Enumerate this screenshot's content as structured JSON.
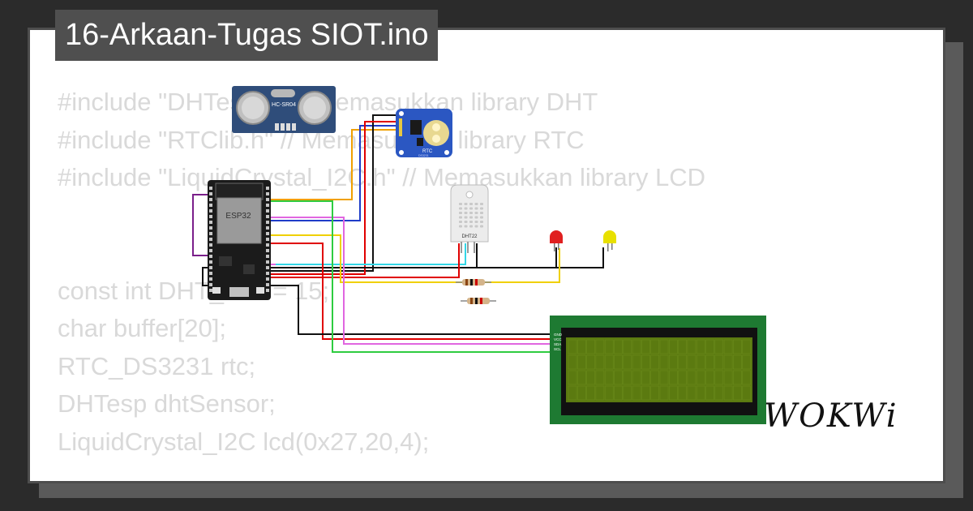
{
  "title": "16-Arkaan-Tugas SIOT.ino",
  "code_lines": [
    "#include \"DHTesp.h\" // Memasukkan library DHT",
    "#include \"RTClib.h\" // Memasukkan library RTC",
    "#include \"LiquidCrystal_I2C.h\" // Memasukkan library LCD",
    "",
    "",
    "const int DHT_PIN = 15;",
    "char buffer[20];",
    "RTC_DS3231 rtc;",
    "DHTesp dhtSensor;",
    "LiquidCrystal_I2C lcd(0x27,20,4);"
  ],
  "components": {
    "ultrasonic_label": "HC-SR04",
    "esp32_label": "ESP32",
    "rtc_label": "RTC",
    "rtc_sublabel": "DS3231",
    "dht_label": "DHT22",
    "lcd_pins": [
      "GND",
      "VCC",
      "SDA",
      "SCL"
    ]
  },
  "logo_text": "WOKWi",
  "colors": {
    "wire_red": "#e00000",
    "wire_black": "#111111",
    "wire_orange": "#f0a000",
    "wire_blue": "#1f3cc8",
    "wire_purple": "#7a1f8a",
    "wire_green": "#2ecc40",
    "wire_pink": "#e066e0",
    "wire_cyan": "#33d6e6",
    "wire_yellow": "#f0d000",
    "lcd_board": "#1e7a32",
    "lcd_screen": "#5b7a10",
    "rtc_board": "#2b57c2",
    "led_red": "#e02020",
    "led_yellow": "#e8e000"
  }
}
